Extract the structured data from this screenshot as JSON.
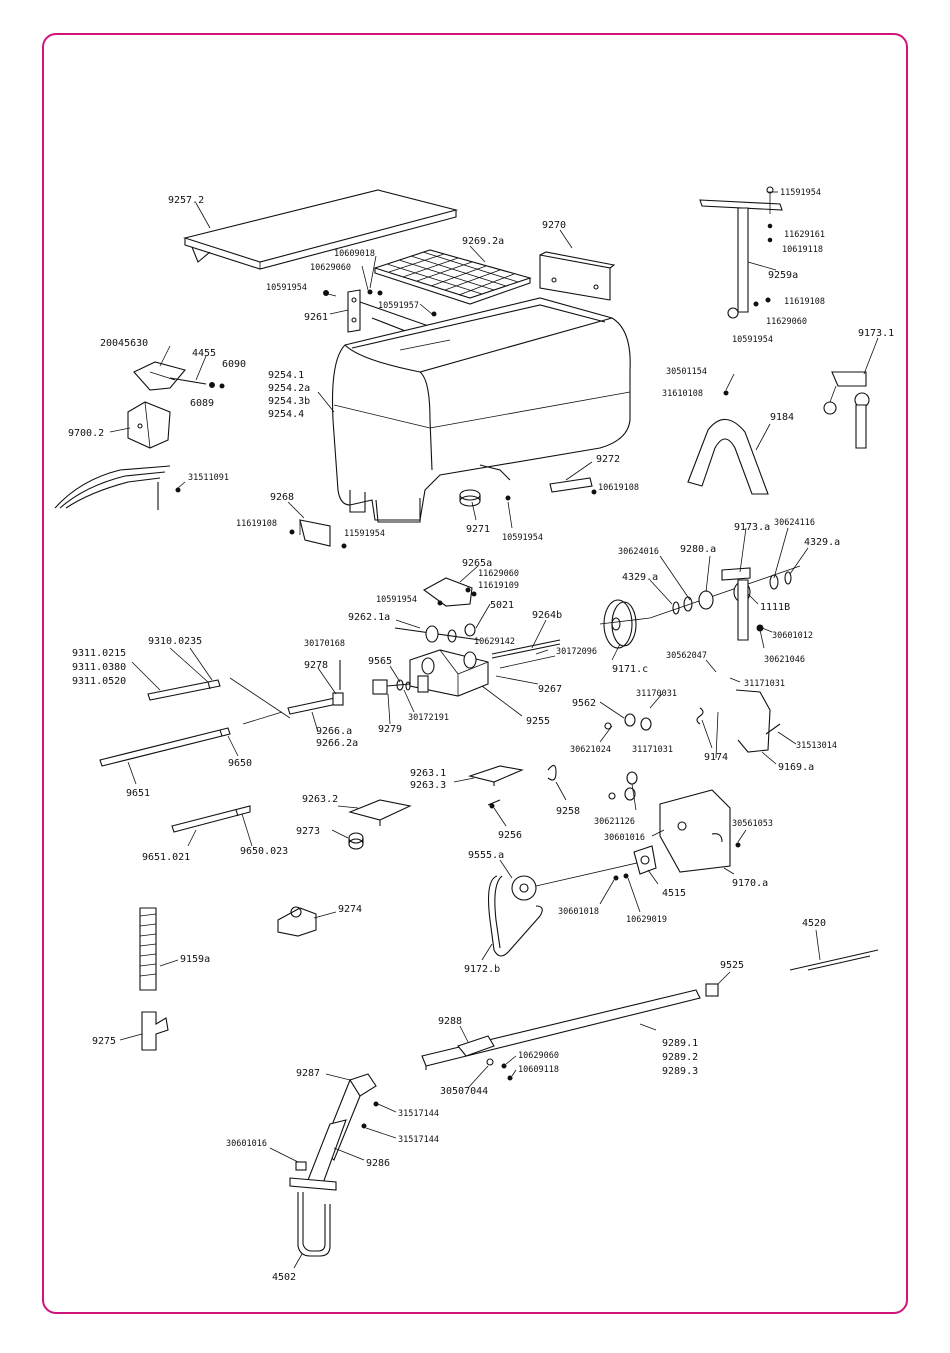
{
  "frame_color": "#d0147a",
  "labels": {
    "l9257_2": "9257.2",
    "l10609018_a": "10609018",
    "l10629060_a": "10629060",
    "l9269_2a": "9269.2a",
    "l9270": "9270",
    "l11591954_a": "11591954",
    "l11629161": "11629161",
    "l10619118_a": "10619118",
    "l9259a": "9259a",
    "l11619108_a": "11619108",
    "l11629060_a": "11629060",
    "l10591954_a": "10591954",
    "l10591954_b": "10591954",
    "l10591957": "10591957",
    "l9261": "9261",
    "l9173_1": "9173.1",
    "l20045630": "20045630",
    "l4455": "4455",
    "l6090": "6090",
    "l6089": "6089",
    "l9254_1": "9254.1",
    "l9254_2a": "9254.2a",
    "l9254_3b": "9254.3b",
    "l9254_4": "9254.4",
    "l30501154": "30501154",
    "l31610108": "31610108",
    "l9184": "9184",
    "l9700_2": "9700.2",
    "l31511091": "31511091",
    "l9272": "9272",
    "l10619108_a": "10619108",
    "l9268": "9268",
    "l11619108_b": "11619108",
    "l11591954_b": "11591954",
    "l9271": "9271",
    "l10591954_c": "10591954",
    "l9173_a": "9173.a",
    "l30624116": "30624116",
    "l4329_a1": "4329.a",
    "l30624016": "30624016",
    "l9280_a": "9280.a",
    "l9265a": "9265a",
    "l11629060_b": "11629060",
    "l11619109": "11619109",
    "l4329_a2": "4329.a",
    "l10591954_d": "10591954",
    "l5021": "5021",
    "l1111B": "1111B",
    "l9262_1a": "9262.1a",
    "l9264b": "9264b",
    "l10629142": "10629142",
    "l30601012": "30601012",
    "l9310_0235": "9310.0235",
    "l30170168": "30170168",
    "l30172096": "30172096",
    "l9171_c": "9171.c",
    "l30621046": "30621046",
    "l9311_0215": "9311.0215",
    "l9311_0380": "9311.0380",
    "l9311_0520": "9311.0520",
    "l9278": "9278",
    "l9565": "9565",
    "l30562047": "30562047",
    "l31171031_a": "31171031",
    "l9267": "9267",
    "l31170031_a": "31170031",
    "l9562": "9562",
    "l30172191": "30172191",
    "l9255": "9255",
    "l9266_a": "9266.a",
    "l9266_2a": "9266.2a",
    "l9279": "9279",
    "l30621024": "30621024",
    "l9174": "9174",
    "l31513014": "31513014",
    "l9650": "9650",
    "l9169_a": "9169.a",
    "l31171031_b": "31171031",
    "l9651": "9651",
    "l9263_1": "9263.1",
    "l9263_3": "9263.3",
    "l9258": "9258",
    "l30621126": "30621126",
    "l9263_2": "9263.2",
    "l30561053": "30561053",
    "l30601016_a": "30601016",
    "l9273": "9273",
    "l9256": "9256",
    "l9651_021": "9651.021",
    "l9650_023": "9650.023",
    "l9555_a": "9555.a",
    "l4515": "4515",
    "l9170_a": "9170.a",
    "l30601018": "30601018",
    "l10629019": "10629019",
    "l9274": "9274",
    "l4520": "4520",
    "l9159a": "9159a",
    "l9172_b": "9172.b",
    "l9525": "9525",
    "l9288": "9288",
    "l9289_1": "9289.1",
    "l9289_2": "9289.2",
    "l9289_3": "9289.3",
    "l9275": "9275",
    "l10629060": "10629060",
    "l10609118": "10609118",
    "l30507044": "30507044",
    "l9287": "9287",
    "l31517144_a": "31517144",
    "l31517144_b": "31517144",
    "l30601016_b": "30601016",
    "l9286": "9286",
    "l4502": "4502"
  }
}
